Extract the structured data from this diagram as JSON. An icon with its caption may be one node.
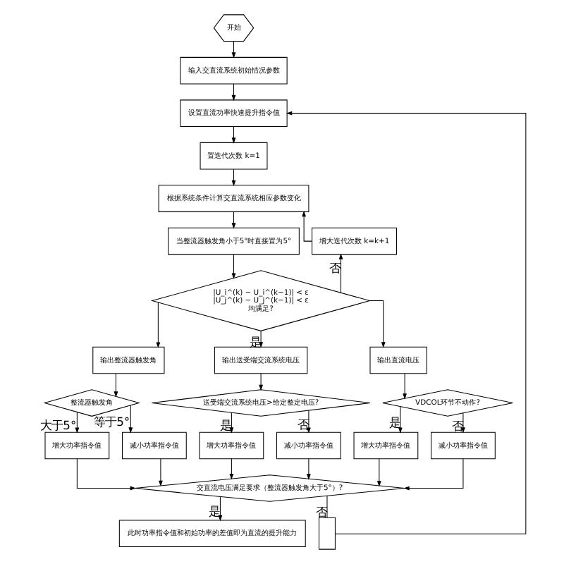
{
  "diagram": {
    "nodes": [
      {
        "text": [
          "开始"
        ]
      },
      {
        "text": [
          "输入交直流系统初始情况参数"
        ]
      },
      {
        "text": [
          "设置直流功率快速提升指令值"
        ]
      },
      {
        "text": [
          "置迭代次数 k=1"
        ]
      },
      {
        "text": [
          "根据系统条件计算交直流系统相应参数变化"
        ]
      },
      {
        "text": [
          "当整流器触发角小于5°时直接置为5°"
        ]
      },
      {
        "text": [
          "|U_i^(k) − U_i^(k−1)| < ε",
          "|U_j^(k) − U_j^(k−1)| < ε",
          "均满足?"
        ]
      },
      {
        "text": [
          "增大迭代次数 k=k+1"
        ]
      },
      {
        "text": [
          "输出整流器触发角"
        ]
      },
      {
        "text": [
          "输出送受端交流系统电压"
        ]
      },
      {
        "text": [
          "输出直流电压"
        ]
      },
      {
        "text": [
          "整流器触发角"
        ]
      },
      {
        "text": [
          "送受端交流系统电压>给定整定电压?"
        ]
      },
      {
        "text": [
          "VDCOL环节不动作?"
        ]
      },
      {
        "text": [
          "增大功率指令值"
        ]
      },
      {
        "text": [
          "减小功率指令值"
        ]
      },
      {
        "text": [
          "增大功率指令值"
        ]
      },
      {
        "text": [
          "减小功率指令值"
        ]
      },
      {
        "text": [
          "增大功率指令值"
        ]
      },
      {
        "text": [
          "减小功率指令值"
        ]
      },
      {
        "text": [
          "交直流电压满足要求（整流器触发角大于5°）?"
        ]
      },
      {
        "text": [
          "此时功率指令值和初始功率的差值即为直流的提升能力"
        ]
      },
      {
        "text": [],
        "shape": "box"
      }
    ],
    "edges": [
      {
        "from": 0,
        "to": 1,
        "arrow": "to"
      },
      {
        "from": 1,
        "to": 2,
        "arrow": "to"
      },
      {
        "from": 2,
        "to": 3,
        "arrow": "to"
      },
      {
        "from": 3,
        "to": 4,
        "arrow": "to"
      },
      {
        "from": 4,
        "to": 5,
        "arrow": "to"
      },
      {
        "from": 5,
        "to": 6,
        "arrow": "to"
      },
      {
        "from": 6,
        "to": 7,
        "label": "否",
        "arrow": "to"
      },
      {
        "from": 7,
        "to": 4,
        "arrow": "to"
      },
      {
        "from": 6,
        "to": 8,
        "arrow": "to"
      },
      {
        "from": 6,
        "to": 9,
        "label": "是",
        "arrow": "to"
      },
      {
        "from": 6,
        "to": 10,
        "arrow": "to"
      },
      {
        "from": 8,
        "to": 11,
        "arrow": "to"
      },
      {
        "from": 9,
        "to": 12,
        "arrow": "to"
      },
      {
        "from": 10,
        "to": 13,
        "arrow": "to"
      },
      {
        "from": 11,
        "to": 14,
        "label": "大于5°",
        "arrow": "to"
      },
      {
        "from": 11,
        "to": 15,
        "label": "等于5°",
        "arrow": "to"
      },
      {
        "from": 12,
        "to": 16,
        "label": "是",
        "arrow": "to"
      },
      {
        "from": 12,
        "to": 17,
        "label": "否",
        "arrow": "to"
      },
      {
        "from": 13,
        "to": 18,
        "label": "是",
        "arrow": "to"
      },
      {
        "from": 13,
        "to": 19,
        "label": "否",
        "arrow": "to"
      },
      {
        "from": 14,
        "to": 20,
        "arrow": "to"
      },
      {
        "from": 15,
        "to": 20,
        "arrow": "to"
      },
      {
        "from": 16,
        "to": 20,
        "arrow": "to"
      },
      {
        "from": 17,
        "to": 20,
        "arrow": "to"
      },
      {
        "from": 18,
        "to": 20,
        "arrow": "to"
      },
      {
        "from": 19,
        "to": 20,
        "arrow": "to"
      },
      {
        "from": 20,
        "to": 22,
        "label": "否",
        "arrow": "none"
      },
      {
        "from": 22,
        "to": 2,
        "arrow": "to"
      },
      {
        "from": 20,
        "to": 21,
        "label": "是",
        "arrow": "to"
      }
    ]
  }
}
